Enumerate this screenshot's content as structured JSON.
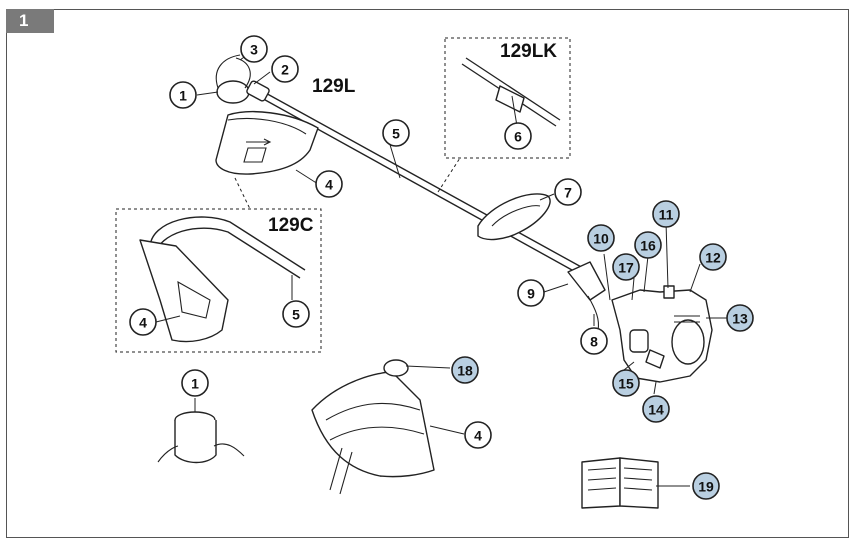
{
  "figure": {
    "number": "1"
  },
  "models": [
    "129L",
    "129LK",
    "129C"
  ],
  "callouts": [
    {
      "label": "1",
      "style": "white"
    },
    {
      "label": "3",
      "style": "white"
    },
    {
      "label": "2",
      "style": "white"
    },
    {
      "label": "5",
      "style": "white"
    },
    {
      "label": "6",
      "style": "white"
    },
    {
      "label": "4",
      "style": "white"
    },
    {
      "label": "7",
      "style": "white"
    },
    {
      "label": "10",
      "style": "blue"
    },
    {
      "label": "11",
      "style": "blue"
    },
    {
      "label": "16",
      "style": "blue"
    },
    {
      "label": "12",
      "style": "blue"
    },
    {
      "label": "17",
      "style": "blue"
    },
    {
      "label": "13",
      "style": "blue"
    },
    {
      "label": "9",
      "style": "white"
    },
    {
      "label": "8",
      "style": "white"
    },
    {
      "label": "15",
      "style": "blue"
    },
    {
      "label": "14",
      "style": "blue"
    },
    {
      "label": "5",
      "style": "white"
    },
    {
      "label": "4",
      "style": "white"
    },
    {
      "label": "18",
      "style": "blue"
    },
    {
      "label": "1",
      "style": "white"
    },
    {
      "label": "4",
      "style": "white"
    },
    {
      "label": "19",
      "style": "blue"
    }
  ],
  "colors": {
    "callout_blue": "#b9cfe1",
    "tab_gray": "#7a7a7a"
  }
}
